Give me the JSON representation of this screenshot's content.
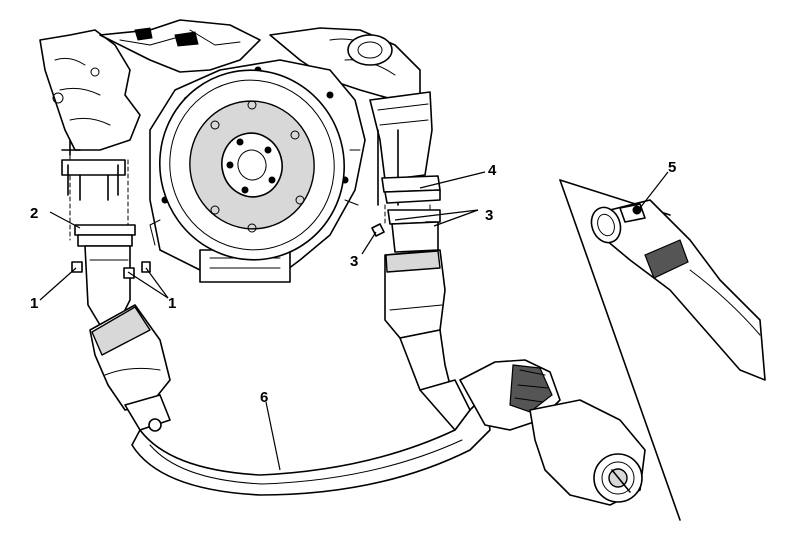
{
  "callouts": {
    "c1a": "1",
    "c1b": "1",
    "c2": "2",
    "c3a": "3",
    "c3b": "3",
    "c4": "4",
    "c5": "5",
    "c6": "6"
  }
}
